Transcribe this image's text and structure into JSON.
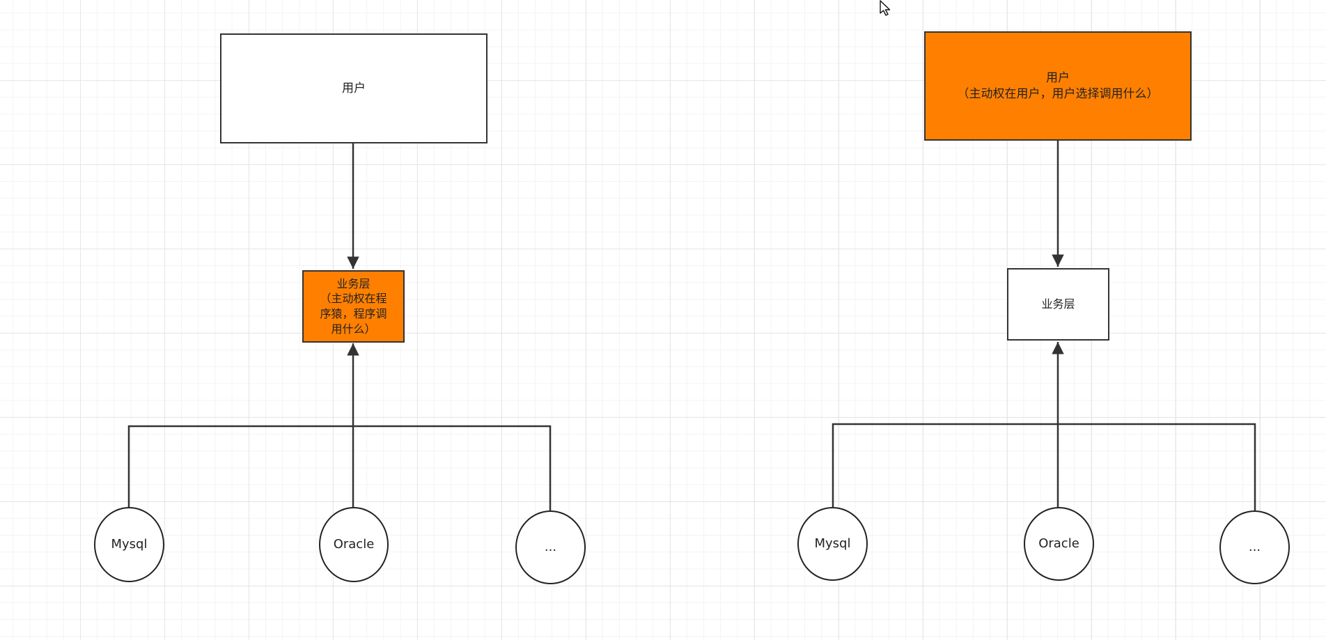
{
  "colors": {
    "accent_fill": "#ff8000",
    "line": "#333333",
    "node_fill": "#ffffff"
  },
  "diagrams": [
    {
      "user_box": {
        "label": "用户",
        "highlighted": false
      },
      "service_box": {
        "label": "业务层\n（主动权在程\n序猿，程序调\n用什么）",
        "highlighted": true
      },
      "databases": [
        "Mysql",
        "Oracle",
        "..."
      ]
    },
    {
      "user_box": {
        "label": "用户\n（主动权在用户，用户选择调用什么）",
        "highlighted": true
      },
      "service_box": {
        "label": "业务层",
        "highlighted": false
      },
      "databases": [
        "Mysql",
        "Oracle",
        "..."
      ]
    }
  ],
  "icons": {
    "cursor": "mouse-pointer-icon"
  }
}
